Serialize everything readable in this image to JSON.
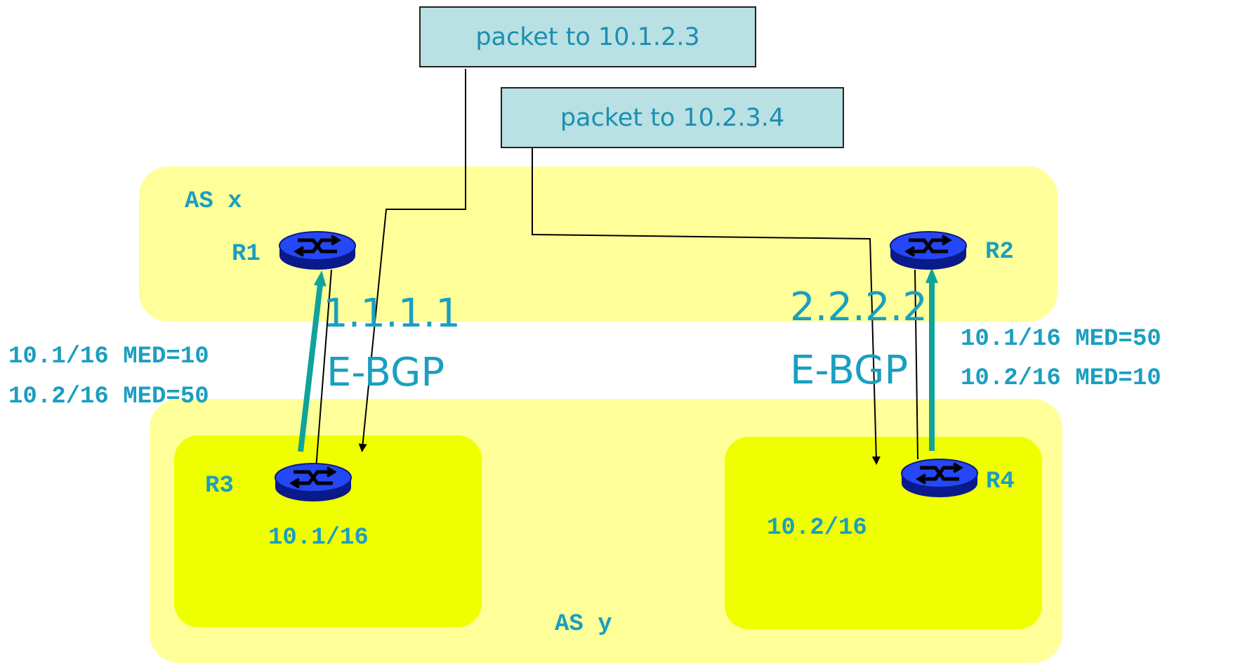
{
  "packets": [
    {
      "label": "packet to 10.1.2.3"
    },
    {
      "label": "packet to 10.2.3.4"
    }
  ],
  "as_x": {
    "label": "AS x"
  },
  "as_y": {
    "label": "AS y"
  },
  "routers": {
    "r1": "R1",
    "r2": "R2",
    "r3": "R3",
    "r4": "R4"
  },
  "prefixes": {
    "left": "10.1/16",
    "right": "10.2/16"
  },
  "links": {
    "left": {
      "ip": "1.1.1.1",
      "type": "E-BGP"
    },
    "right": {
      "ip": "2.2.2.2",
      "type": "E-BGP"
    }
  },
  "advertisements": {
    "left": [
      "10.1/16 MED=10",
      "10.2/16 MED=50"
    ],
    "right": [
      "10.1/16 MED=50",
      "10.2/16 MED=10"
    ]
  },
  "colors": {
    "region": "#ffff99",
    "subregion": "#f0ff00",
    "text": "#1a9fc0",
    "advert_arrow": "#0fa39a",
    "router": "#1f3cf0",
    "packet_box": "#b9e0e3"
  },
  "icons": {
    "router": "router-icon"
  }
}
